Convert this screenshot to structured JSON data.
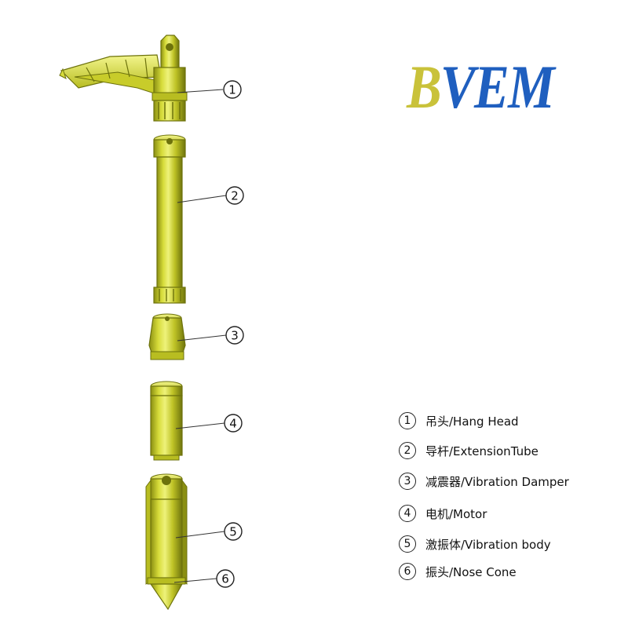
{
  "logo": {
    "first_letter": "B",
    "rest": "VEM",
    "first_color": "#c9c23a",
    "rest_color": "#1f5fbf"
  },
  "callouts": [
    "1",
    "2",
    "3",
    "4",
    "5",
    "6"
  ],
  "legend": [
    {
      "num": "1",
      "text": "吊头/Hang Head"
    },
    {
      "num": "2",
      "text": "导杆/ExtensionTube"
    },
    {
      "num": "3",
      "text": "减震器/Vibration Damper"
    },
    {
      "num": "4",
      "text": "电机/Motor"
    },
    {
      "num": "5",
      "text": "激振体/Vibration body"
    },
    {
      "num": "6",
      "text": "振头/Nose Cone"
    }
  ],
  "colors": {
    "part_fill": "#c8cc2a",
    "part_dark": "#7f8410",
    "part_light": "#eef27a",
    "leader": "#333333"
  }
}
